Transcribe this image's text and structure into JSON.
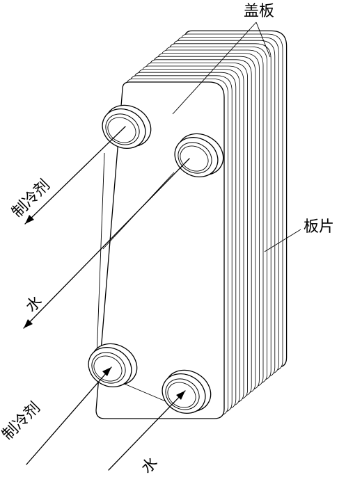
{
  "labels": {
    "cover_plate": "盖板",
    "plates": "板片",
    "refrigerant_in": "制冷剂",
    "water_in": "水",
    "refrigerant_out": "制冷剂",
    "water_out": "水"
  }
}
